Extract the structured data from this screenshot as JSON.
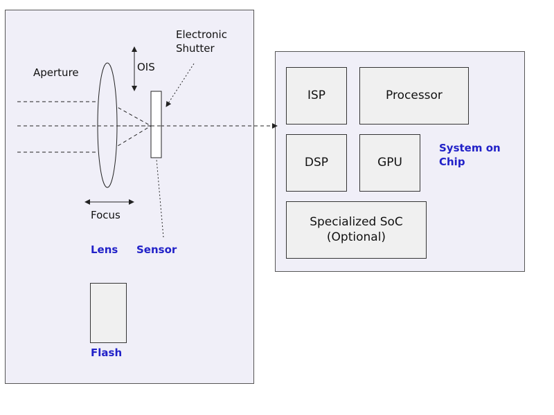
{
  "camera": {
    "labels": {
      "aperture": "Aperture",
      "ois": "OIS",
      "electronic_shutter": "Electronic\nShutter",
      "focus": "Focus",
      "lens": "Lens",
      "sensor": "Sensor",
      "flash": "Flash"
    }
  },
  "soc": {
    "title": "System on\nChip",
    "blocks": {
      "isp": "ISP",
      "processor": "Processor",
      "dsp": "DSP",
      "gpu": "GPU",
      "specialized": "Specialized SoC\n(Optional)"
    }
  },
  "colors": {
    "panel": "#f0eff8",
    "block": "#f0f0f0",
    "accent_label": "#2121c8"
  }
}
